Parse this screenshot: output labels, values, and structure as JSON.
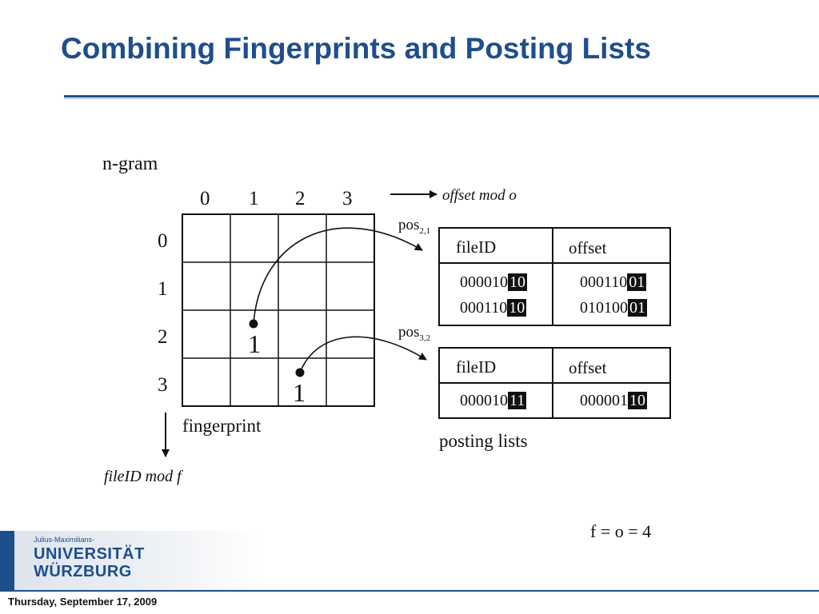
{
  "slide": {
    "title": "Combining Fingerprints and Posting Lists",
    "date": "Thursday, September 17, 2009"
  },
  "diagram": {
    "ngram_label": "n-gram",
    "column_headers": [
      "0",
      "1",
      "2",
      "3"
    ],
    "row_headers": [
      "0",
      "1",
      "2",
      "3"
    ],
    "x_axis_label": "offset mod o",
    "y_axis_label": "fileID mod f",
    "fingerprint_label": "fingerprint",
    "cells": [
      {
        "row": 2,
        "col": 1,
        "value": "1"
      },
      {
        "row": 3,
        "col": 2,
        "value": "1"
      }
    ],
    "posting_lists_label": "posting lists",
    "formula": "f = o = 4",
    "lists": [
      {
        "pos_main": "pos",
        "pos_sub": "2,1",
        "headers": [
          "fileID",
          "offset"
        ],
        "rows": [
          {
            "file_prefix": "000010",
            "file_suffix": "10",
            "offset_prefix": "000110",
            "offset_suffix": "01"
          },
          {
            "file_prefix": "000110",
            "file_suffix": "10",
            "offset_prefix": "010100",
            "offset_suffix": "01"
          }
        ]
      },
      {
        "pos_main": "pos",
        "pos_sub": "3,2",
        "headers": [
          "fileID",
          "offset"
        ],
        "rows": [
          {
            "file_prefix": "000010",
            "file_suffix": "11",
            "offset_prefix": "000001",
            "offset_suffix": "10"
          }
        ]
      }
    ]
  },
  "logo": {
    "line1": "Julius-Maximilians-",
    "line2": "UNIVERSITÄT",
    "line3": "WÜRZBURG",
    "brand_color": "#1f4e8c"
  }
}
